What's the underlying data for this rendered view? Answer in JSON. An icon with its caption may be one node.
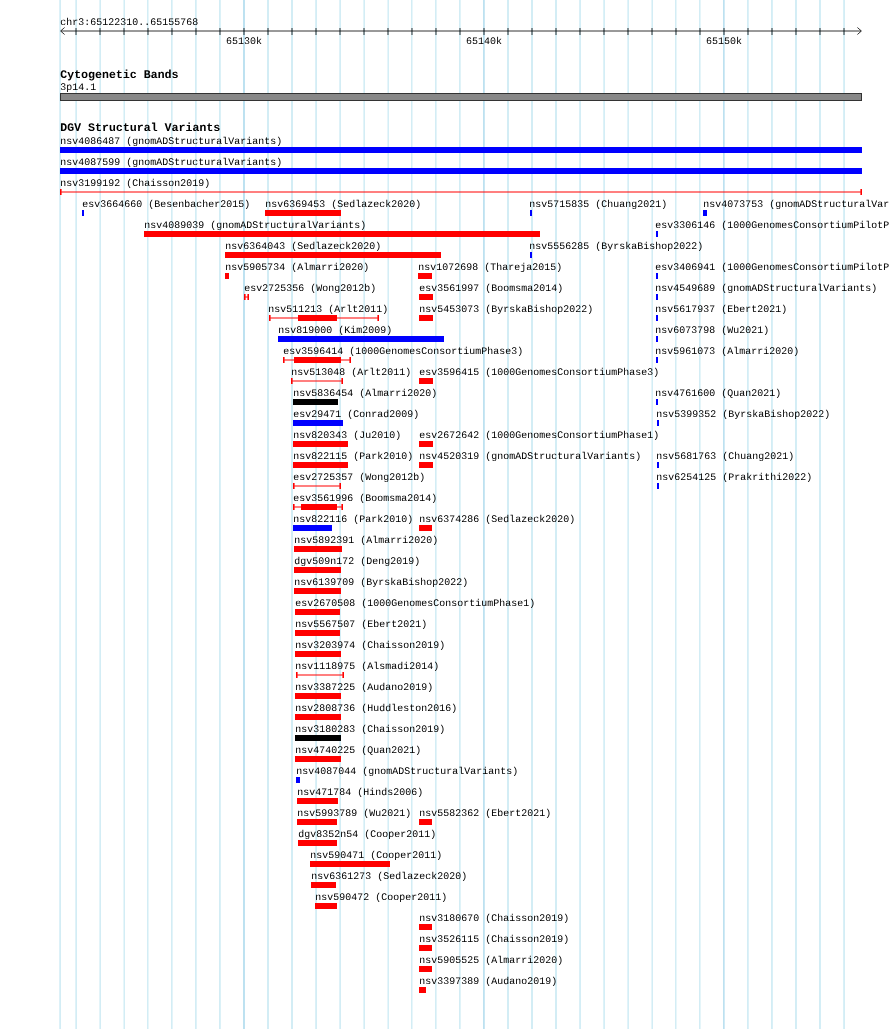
{
  "diagram": {
    "nodes": [
      {
        "text": [
          "3p14.1"
        ]
      },
      {
        "text": [
          "nsv4086487 (gnomADStructuralVariants)"
        ]
      },
      {
        "text": [
          "nsv4087599 (gnomADStructuralVariants)"
        ]
      },
      {
        "text": [
          "nsv3199192 (Chaisson2019)"
        ]
      },
      {
        "text": [
          "esv3664660 (Besenbacher2015)"
        ]
      },
      {
        "text": [
          "nsv6369453 (Sedlazeck2020)"
        ]
      },
      {
        "text": [
          "nsv5715835 (Chuang2021)"
        ]
      },
      {
        "text": [
          "nsv4073753 (gnomADStructuralVar"
        ]
      },
      {
        "text": [
          "nsv4089039 (gnomADStructuralVariants)"
        ]
      },
      {
        "text": [
          "esv3306146 (1000GenomesConsortiumPilotP"
        ]
      },
      {
        "text": [
          "nsv6364043 (Sedlazeck2020)"
        ]
      },
      {
        "text": [
          "nsv5556285 (ByrskaBishop2022)"
        ]
      },
      {
        "text": [
          "nsv5905734 (Almarri2020)"
        ]
      },
      {
        "text": [
          "nsv1072698 (Thareja2015)"
        ]
      },
      {
        "text": [
          "esv3406941 (1000GenomesConsortiumPilotP"
        ]
      },
      {
        "text": [
          "esv2725356 (Wong2012b)"
        ]
      },
      {
        "text": [
          "esv3561997 (Boomsma2014)"
        ]
      },
      {
        "text": [
          "nsv4549689 (gnomADStructuralVariants)"
        ]
      },
      {
        "text": [
          "nsv511213 (Arlt2011)"
        ]
      },
      {
        "text": [
          "nsv5453073 (ByrskaBishop2022)"
        ]
      },
      {
        "text": [
          "nsv5617937 (Ebert2021)"
        ]
      },
      {
        "text": [
          "nsv819000 (Kim2009)"
        ]
      },
      {
        "text": [
          "nsv6073798 (Wu2021)"
        ]
      },
      {
        "text": [
          "esv3596414 (1000GenomesConsortiumPhase3)"
        ]
      },
      {
        "text": [
          "nsv5961073 (Almarri2020)"
        ]
      },
      {
        "text": [
          "nsv513048 (Arlt2011)"
        ]
      },
      {
        "text": [
          "esv3596415 (1000GenomesConsortiumPhase3)"
        ]
      },
      {
        "text": [
          "nsv5836454 (Almarri2020)"
        ]
      },
      {
        "text": [
          "nsv4761600 (Quan2021)"
        ]
      },
      {
        "text": [
          "esv29471 (Conrad2009)"
        ]
      },
      {
        "text": [
          "nsv5399352 (ByrskaBishop2022)"
        ]
      },
      {
        "text": [
          "nsv820343 (Ju2010)"
        ]
      },
      {
        "text": [
          "esv2672642 (1000GenomesConsortiumPhase1)"
        ]
      },
      {
        "text": [
          "nsv822115 (Park2010)"
        ]
      },
      {
        "text": [
          "nsv4520319 (gnomADStructuralVariants)"
        ]
      },
      {
        "text": [
          "nsv5681763 (Chuang2021)"
        ]
      },
      {
        "text": [
          "esv2725357 (Wong2012b)"
        ]
      },
      {
        "text": [
          "nsv6254125 (Prakrithi2022)"
        ]
      },
      {
        "text": [
          "esv3561996 (Boomsma2014)"
        ]
      },
      {
        "text": [
          "nsv822116 (Park2010)"
        ]
      },
      {
        "text": [
          "nsv6374286 (Sedlazeck2020)"
        ]
      },
      {
        "text": [
          "nsv5892391 (Almarri2020)"
        ]
      },
      {
        "text": [
          "dgv509n172 (Deng2019)"
        ]
      },
      {
        "text": [
          "nsv6139709 (ByrskaBishop2022)"
        ]
      },
      {
        "text": [
          "esv2670508 (1000GenomesConsortiumPhase1)"
        ]
      },
      {
        "text": [
          "nsv5567507 (Ebert2021)"
        ]
      },
      {
        "text": [
          "nsv3203974 (Chaisson2019)"
        ]
      },
      {
        "text": [
          "nsv1118975 (Alsmadi2014)"
        ]
      },
      {
        "text": [
          "nsv3387225 (Audano2019)"
        ]
      },
      {
        "text": [
          "nsv2808736 (Huddleston2016)"
        ]
      },
      {
        "text": [
          "nsv3180283 (Chaisson2019)"
        ]
      },
      {
        "text": [
          "nsv4740225 (Quan2021)"
        ]
      },
      {
        "text": [
          "nsv4087044 (gnomADStructuralVariants)"
        ]
      },
      {
        "text": [
          "nsv471784 (Hinds2006)"
        ]
      },
      {
        "text": [
          "nsv5993789 (Wu2021)"
        ]
      },
      {
        "text": [
          "nsv5582362 (Ebert2021)"
        ]
      },
      {
        "text": [
          "dgv8352n54 (Cooper2011)"
        ]
      },
      {
        "text": [
          "nsv590471 (Cooper2011)"
        ]
      },
      {
        "text": [
          "nsv6361273 (Sedlazeck2020)"
        ]
      },
      {
        "text": [
          "nsv590472 (Cooper2011)"
        ]
      },
      {
        "text": [
          "nsv3180670 (Chaisson2019)"
        ]
      },
      {
        "text": [
          "nsv3526115 (Chaisson2019)"
        ]
      },
      {
        "text": [
          "nsv5905525 (Almarri2020)"
        ]
      },
      {
        "text": [
          "nsv3397389 (Audano2019)"
        ]
      }
    ],
    "labels": [
      "chr3:65122310..65155768",
      "65130k",
      "65140k",
      "65150k",
      "Cytogenetic Bands",
      "DGV Structural Variants"
    ]
  }
}
